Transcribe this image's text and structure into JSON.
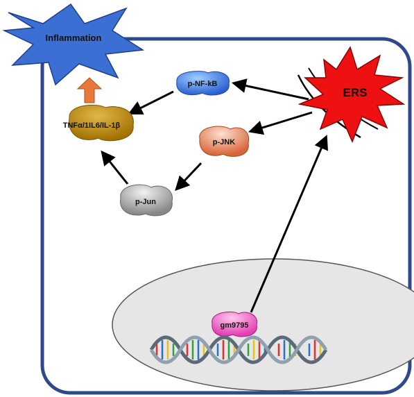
{
  "labels": {
    "inflammation": "Inflammation",
    "ers": "ERS",
    "nfkb": "p-NF-kB",
    "cytokines": "TNFα/1IL6/IL-1β",
    "jnk": "p-JNK",
    "jun": "p-Jun",
    "gene": "gm9795"
  },
  "colors": {
    "cell_border": "#2f4a8c",
    "nucleus_fill": "#e6e6e6",
    "inflammation_star": "#3b6fd4",
    "ers_star": "#ee1111",
    "nfkb": "#3a7ae0",
    "cytokines": "#b8860b",
    "jnk": "#e07a50",
    "jun": "#999999",
    "gene": "#ee55c0",
    "orange_arrow": "#e8793a",
    "arrow": "#000000"
  }
}
